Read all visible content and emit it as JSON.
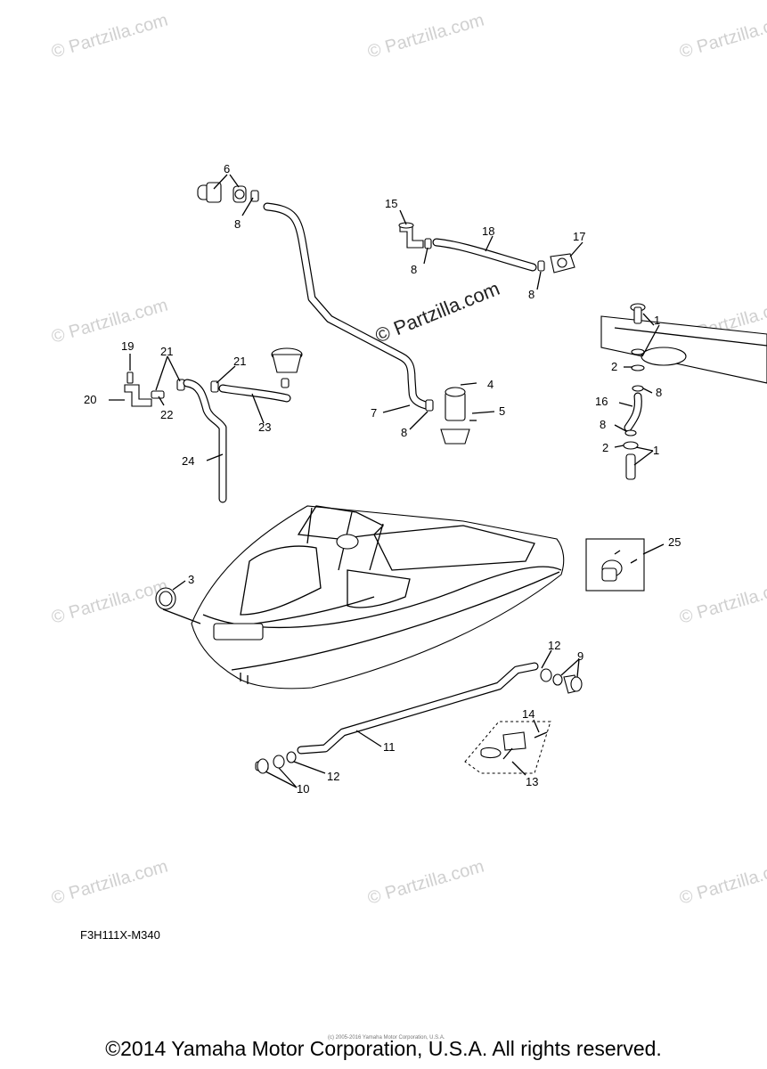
{
  "watermark": "© Partzilla.com",
  "diagram_code": "F3H111X-M340",
  "copyright_small": "(c) 2005-2016 Yamaha Motor Corporation, U.S.A.",
  "copyright_main": "©2014 Yamaha Motor Corporation, U.S.A. All rights reserved.",
  "callouts": [
    "1",
    "1",
    "2",
    "2",
    "3",
    "4",
    "5",
    "6",
    "7",
    "8",
    "8",
    "8",
    "8",
    "8",
    "8",
    "9",
    "10",
    "11",
    "12",
    "12",
    "13",
    "14",
    "15",
    "16",
    "17",
    "18",
    "19",
    "20",
    "21",
    "21",
    "22",
    "23",
    "24",
    "25"
  ]
}
